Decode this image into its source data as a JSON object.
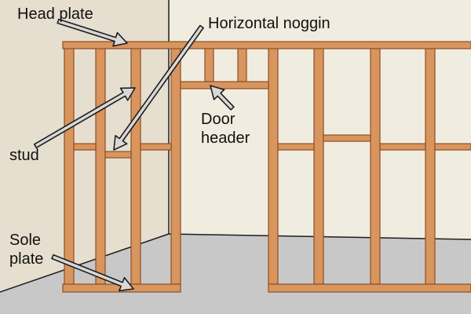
{
  "labels": {
    "head_plate": "Head plate",
    "horizontal_noggin": "Horizontal noggin",
    "stud": "stud",
    "door_header": [
      "Door",
      "header"
    ],
    "sole_plate": [
      "Sole",
      "plate"
    ]
  },
  "colors": {
    "wall": "#f1ece0",
    "wall_shadow": "#e6dfcf",
    "floor": "#c8c8c8",
    "timber": "#d9955e",
    "timber_light": "#f3d2a8",
    "timber_dark": "#8a4f24",
    "arrow_fill": "#d8d8d8",
    "outline": "#1e1e1e"
  }
}
